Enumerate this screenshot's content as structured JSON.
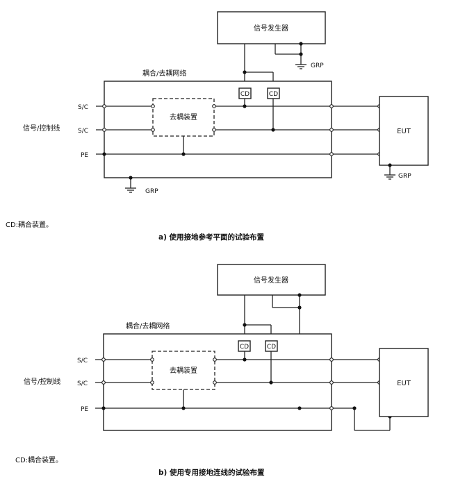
{
  "panel_a": {
    "generator": "信号发生器",
    "network": "耦合/去耦网络",
    "decoupler": "去耦装置",
    "cd1": "CD",
    "cd2": "CD",
    "sc1": "S/C",
    "sc2": "S/C",
    "pe": "PE",
    "signal_line": "信号/控制线",
    "eut": "EUT",
    "grp_top": "GRP",
    "grp_bottom": "GRP",
    "grp_eut": "GRP",
    "note": "CD:耦合装置。",
    "caption": "a)   使用接地参考平面的试验布置"
  },
  "panel_b": {
    "generator": "信号发生器",
    "network": "耦合/去耦网络",
    "decoupler": "去耦装置",
    "cd1": "CD",
    "cd2": "CD",
    "sc1": "S/C",
    "sc2": "S/C",
    "pe": "PE",
    "signal_line": "信号/控制线",
    "eut": "EUT",
    "note": "CD:耦合装置。",
    "caption": "b)   使用专用接地连线的试验布置"
  }
}
